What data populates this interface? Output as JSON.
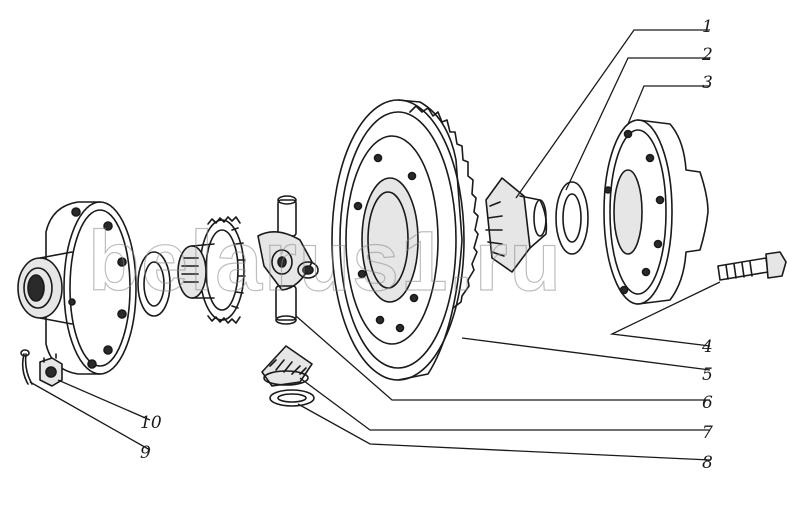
{
  "watermark": "belarus1.ru",
  "callouts": [
    {
      "id": "1",
      "label": "1"
    },
    {
      "id": "2",
      "label": "2"
    },
    {
      "id": "3",
      "label": "3"
    },
    {
      "id": "4",
      "label": "4"
    },
    {
      "id": "5",
      "label": "5"
    },
    {
      "id": "6",
      "label": "6"
    },
    {
      "id": "7",
      "label": "7"
    },
    {
      "id": "8",
      "label": "8"
    },
    {
      "id": "9",
      "label": "9"
    },
    {
      "id": "10",
      "label": "10"
    }
  ]
}
